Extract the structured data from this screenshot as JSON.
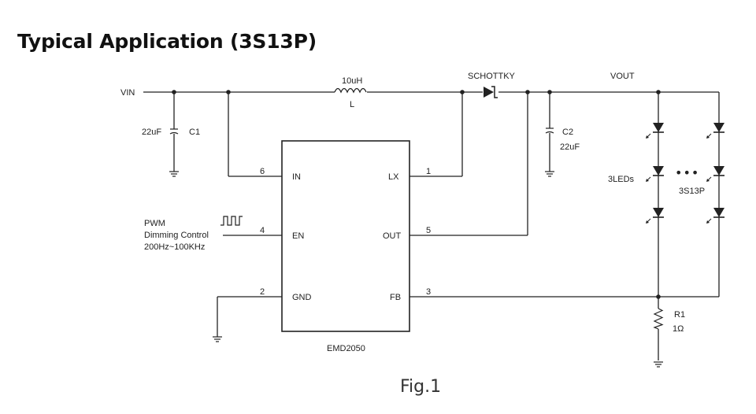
{
  "title": "Typical Application (3S13P)",
  "figure_caption": "Fig.1",
  "chip": {
    "name": "EMD2050",
    "pins": [
      {
        "num": "6",
        "name": "IN"
      },
      {
        "num": "4",
        "name": "EN"
      },
      {
        "num": "2",
        "name": "GND"
      },
      {
        "num": "1",
        "name": "LX"
      },
      {
        "num": "5",
        "name": "OUT"
      },
      {
        "num": "3",
        "name": "FB"
      }
    ]
  },
  "nets": {
    "vin": "VIN",
    "vout": "VOUT"
  },
  "inductor": {
    "value": "10uH",
    "ref": "L"
  },
  "diode": {
    "label": "SCHOTTKY"
  },
  "c1": {
    "value": "22uF",
    "ref": "C1"
  },
  "c2": {
    "ref": "C2",
    "value": "22uF"
  },
  "pwm": {
    "line1": "PWM",
    "line2": "Dimming Control",
    "line3": "200Hz~100KHz"
  },
  "leds": {
    "group_label": "3LEDs",
    "config_label": "3S13P",
    "ellipsis": "•••"
  },
  "r1": {
    "ref": "R1",
    "value": "1Ω"
  }
}
